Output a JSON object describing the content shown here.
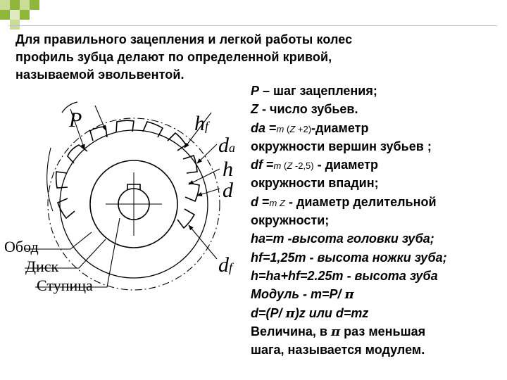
{
  "intro": {
    "line1": "Для правильного зацепления и легкой работы колес",
    "line2": "профиль зубца делают по определенной кривой,",
    "line3": "называемой эвольвентой."
  },
  "figure": {
    "label_p": "P",
    "label_hf": "h",
    "label_hf_sub": "f",
    "label_da": "d",
    "label_da_sub": "a",
    "label_h": "h",
    "label_d": "d",
    "label_df": "d",
    "label_df_sub": "f",
    "label_obod": "Обод",
    "label_disk": "Диск",
    "label_stupica": "Ступица"
  },
  "defs": {
    "l1_a": "P",
    "l1_b": " – шаг зацепления;",
    "l2_a": "Z",
    "l2_b": " - число зубьев.",
    "l3_a": " da",
    "l3_b": " =",
    "l3_c": "m",
    "l3_d": " (",
    "l3_e": "Z",
    "l3_f": " +2)",
    "l3_g": "-диаметр",
    "l4": "окружности вершин зубьев ;",
    "l5_a": "df",
    "l5_b": " =",
    "l5_c": "m",
    "l5_d": " (",
    "l5_e": "Z",
    "l5_f": " -2,5)",
    "l5_g": " - диаметр",
    "l6": "окружности впадин;",
    "l7_a": "d",
    "l7_b": " =",
    "l7_c": "m",
    "l7_d": " ",
    "l7_e": "Z",
    "l7_f": "  - диаметр делительной",
    "l8": "окружности;",
    "l9": "ha=m -высота головки зуба;",
    "l10": "hf=1,25m - высота ножки зуба;",
    "l11": "h=ha+hf=2.25m - высота зуба",
    "l12_a": "Модуль - m=P/ ",
    "l12_pi": "π",
    "l13_a": "d=(P/ ",
    "l13_pi": "π",
    "l13_b": ")z или d=mz",
    "l14_a": "Величина, в ",
    "l14_pi": "π",
    "l14_b": " раз меньшая",
    "l15": "шага, называется модулем."
  },
  "colors": {
    "deco_green": "#8fb83a",
    "deco_light": "#c9de94",
    "line": "#bfbfbf"
  }
}
